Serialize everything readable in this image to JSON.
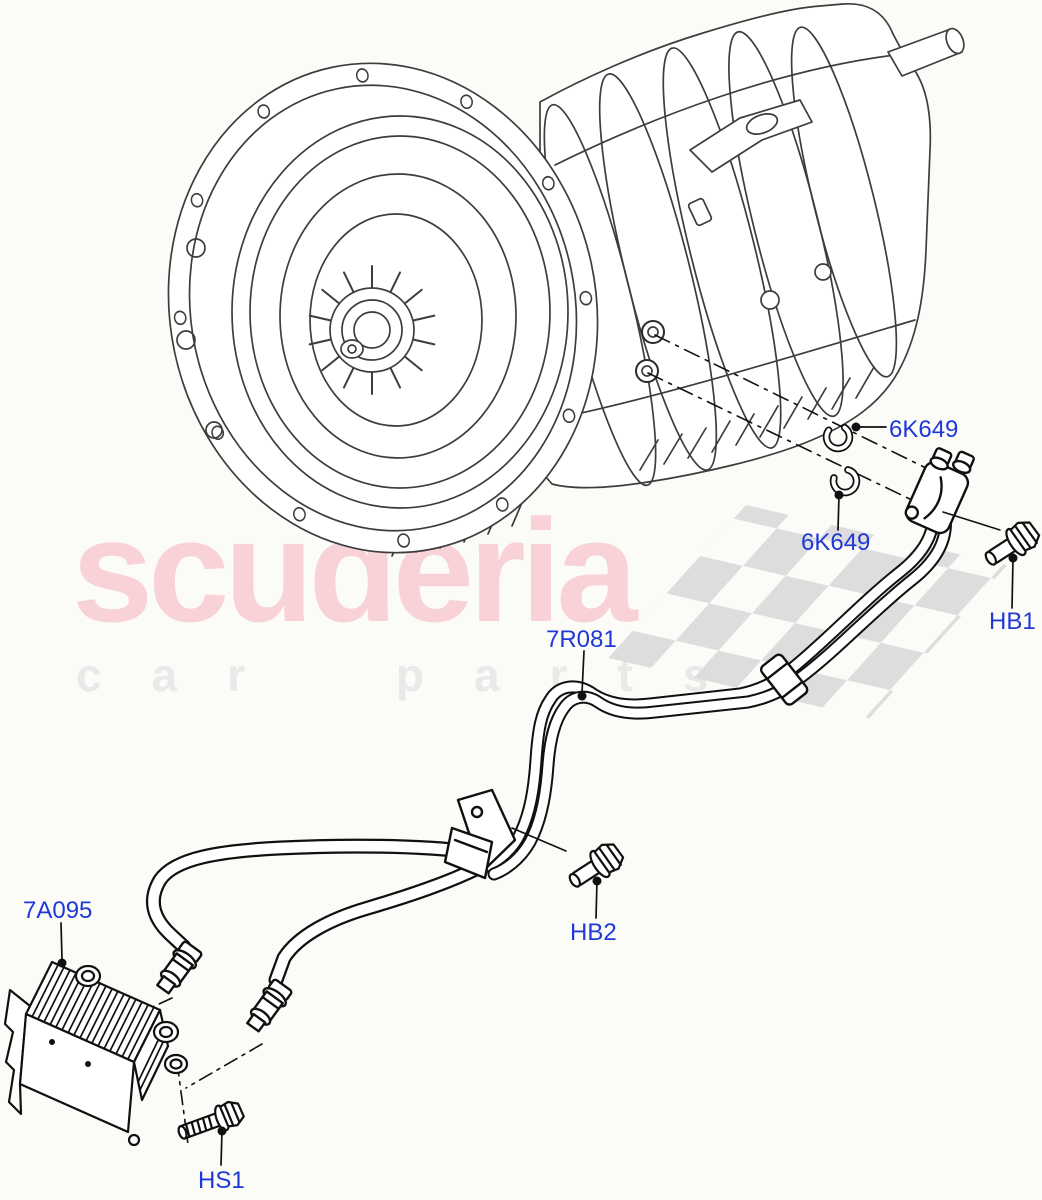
{
  "diagram": {
    "watermark": {
      "brand": "scuderia",
      "tagline": "car parts"
    },
    "part_labels": [
      {
        "id": "clip-upper",
        "text": "6K649"
      },
      {
        "id": "clip-lower",
        "text": "6K649"
      },
      {
        "id": "bolt-hb1",
        "text": "HB1"
      },
      {
        "id": "tube-assy",
        "text": "7R081"
      },
      {
        "id": "oil-cooler",
        "text": "7A095"
      },
      {
        "id": "bolt-hb2",
        "text": "HB2"
      },
      {
        "id": "bolt-hs1",
        "text": "HS1"
      }
    ],
    "colors": {
      "label_blue": "#2038d8",
      "watermark_pink": "#f8d2d6",
      "watermark_gray": "#e9e9e9",
      "flag_gray": "#dcdcdc",
      "line_art_dark": "#101010",
      "line_art_gray": "#3d3d3d",
      "background": "#fbfbf8"
    }
  }
}
